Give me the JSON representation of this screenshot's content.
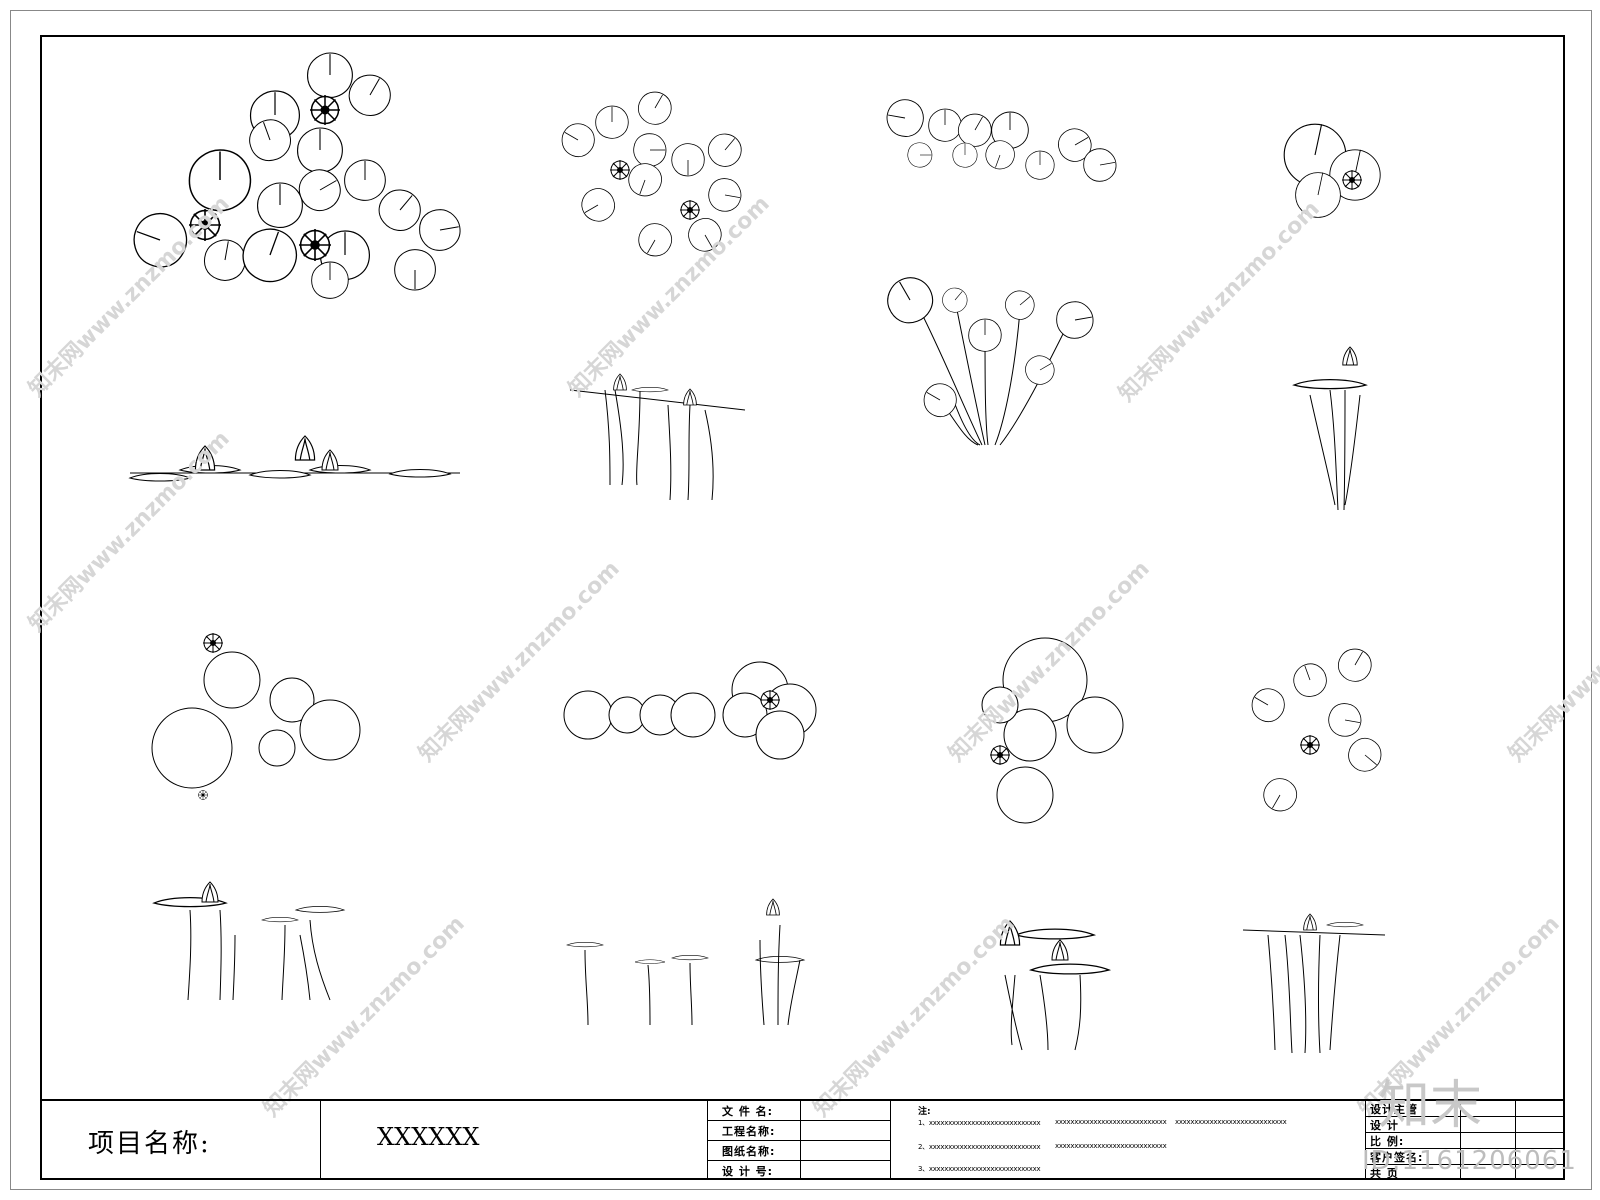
{
  "title_block": {
    "project_label": "项目名称:",
    "project_value": "XXXXXX",
    "fields": [
      "文 件 名:",
      "工程名称:",
      "图纸名称:",
      "设 计 号:"
    ],
    "notes_title": "注:",
    "notes": [
      "1、xxxxxxxxxxxxxxxxxxxxxxxxxxxxx",
      "xxxxxxxxxxxxxxxxxxxxxxxxxxxxx",
      "xxxxxxxxxxxxxxxxxxxxxxxxxxxxx",
      "2、xxxxxxxxxxxxxxxxxxxxxxxxxxxxx",
      "xxxxxxxxxxxxxxxxxxxxxxxxxxxxx",
      "3、xxxxxxxxxxxxxxxxxxxxxxxxxxxxx"
    ],
    "right_fields": [
      "设计主管",
      "设    计",
      "比    例:",
      "客户签名:",
      "共    页"
    ]
  },
  "watermark": {
    "text": "知末网www.znzmo.com",
    "brand": "知末",
    "id": "ID:1161206061"
  }
}
